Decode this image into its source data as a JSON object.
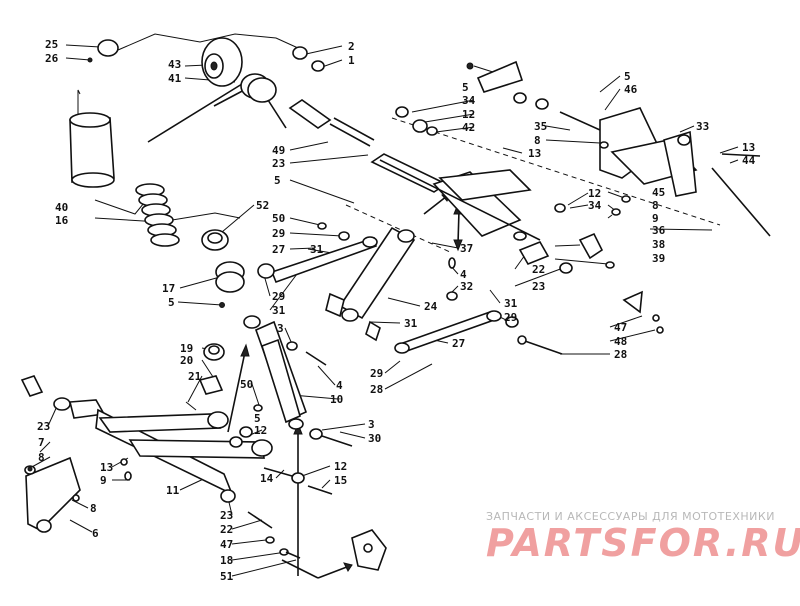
{
  "watermark": {
    "caption": "ЗАПЧАСТИ И АКСЕССУАРЫ ДЛЯ МОТОТЕХНИКИ",
    "logo": "PARTSFOR.RU"
  },
  "callouts": {
    "c1": "25",
    "c2": "26",
    "c3": "43",
    "c4": "41",
    "c5": "2",
    "c6": "1",
    "c7": "5",
    "c8": "34",
    "c9": "12",
    "c10": "42",
    "c11": "5",
    "c12": "46",
    "c13": "35",
    "c14": "8",
    "c15": "13",
    "c16": "33",
    "c17": "13",
    "c18": "44",
    "c19": "49",
    "c20": "23",
    "c21": "40",
    "c22": "16",
    "c23": "5",
    "c24": "12",
    "c25": "34",
    "c26": "45",
    "c27": "8",
    "c28": "9",
    "c29": "36",
    "c30": "52",
    "c31": "50",
    "c32": "29",
    "c33": "27",
    "c34": "31",
    "c35": "37",
    "c36": "38",
    "c37": "39",
    "c38": "22",
    "c39": "23",
    "c40": "17",
    "c41": "4",
    "c42": "32",
    "c43": "29",
    "c44": "31",
    "c45": "24",
    "c46": "5",
    "c47": "31",
    "c48": "31",
    "c49": "29",
    "c50": "47",
    "c51": "48",
    "c52": "28",
    "c53": "3",
    "c54": "27",
    "c55": "19",
    "c56": "20",
    "c57": "21",
    "c58": "4",
    "c59": "29",
    "c60": "28",
    "c61": "50",
    "c62": "10",
    "c63": "23",
    "c64": "5",
    "c65": "12",
    "c66": "3",
    "c67": "30",
    "c68": "7",
    "c69": "8",
    "c70": "13",
    "c71": "9",
    "c72": "12",
    "c73": "14",
    "c74": "15",
    "c75": "11",
    "c76": "8",
    "c77": "23",
    "c78": "22",
    "c79": "47",
    "c80": "18",
    "c81": "51",
    "c82": "6"
  }
}
